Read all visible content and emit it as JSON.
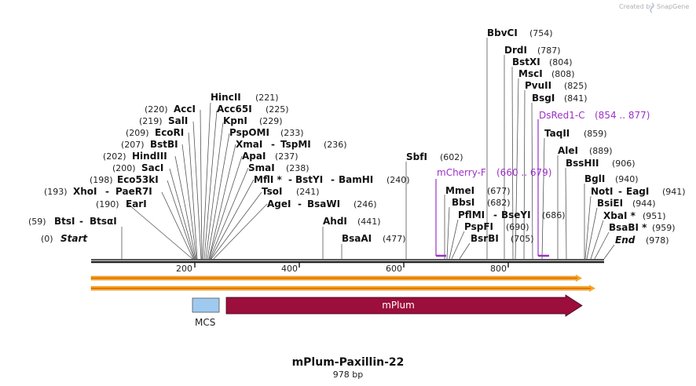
{
  "title": "mPlum-Paxillin-22",
  "length_label": "978 bp",
  "credit": {
    "prefix": "Created by",
    "brand": "SnapGene"
  },
  "colors": {
    "feature_mplum": "#9c0e3c",
    "feature_mcs": "#9fcaf0",
    "primer": "#9b30c8",
    "orf": "#f5a623"
  },
  "ticks": [
    "200",
    "400",
    "600",
    "800"
  ],
  "features": [
    {
      "name": "mPlum",
      "icon": "arrow-right"
    },
    {
      "name": "MCS",
      "icon": "box"
    }
  ],
  "enzymes": [
    {
      "name": "Start",
      "pos": "(0)",
      "italic": true
    },
    {
      "name": "BtsI",
      "name2": "BtsαI",
      "pos": "(59)"
    },
    {
      "name": "EarI",
      "pos": "(190)"
    },
    {
      "name": "XhoI",
      "name2": "PaeR7I",
      "pos": "(193)"
    },
    {
      "name": "Eco53kI",
      "pos": "(198)"
    },
    {
      "name": "SacI",
      "pos": "(200)"
    },
    {
      "name": "HindIII",
      "pos": "(202)"
    },
    {
      "name": "BstBI",
      "pos": "(207)"
    },
    {
      "name": "EcoRI",
      "pos": "(209)"
    },
    {
      "name": "SalI",
      "pos": "(219)"
    },
    {
      "name": "AccI",
      "pos": "(220)"
    },
    {
      "name": "HincII",
      "pos": "(221)"
    },
    {
      "name": "Acc65I",
      "pos": "(225)"
    },
    {
      "name": "KpnI",
      "pos": "(229)"
    },
    {
      "name": "PspOMI",
      "pos": "(233)"
    },
    {
      "name": "XmaI",
      "name2": "TspMI",
      "pos": "(236)"
    },
    {
      "name": "ApaI",
      "pos": "(237)"
    },
    {
      "name": "SmaI",
      "pos": "(238)"
    },
    {
      "name": "MflI *",
      "name2": "BstYI",
      "name3": "BamHI",
      "pos": "(240)"
    },
    {
      "name": "TsoI",
      "pos": "(241)"
    },
    {
      "name": "AgeI",
      "name2": "BsaWI",
      "pos": "(246)"
    },
    {
      "name": "AhdI",
      "pos": "(441)"
    },
    {
      "name": "BsaAI",
      "pos": "(477)"
    },
    {
      "name": "SbfI",
      "pos": "(602)"
    },
    {
      "name": "MmeI",
      "pos": "(677)"
    },
    {
      "name": "BbsI",
      "pos": "(682)"
    },
    {
      "name": "PflMI",
      "name2": "BseYI",
      "pos": "(686)"
    },
    {
      "name": "PspFI",
      "pos": "(690)"
    },
    {
      "name": "BsrBI",
      "pos": "(705)"
    },
    {
      "name": "BbvCI",
      "pos": "(754)"
    },
    {
      "name": "DrdI",
      "pos": "(787)"
    },
    {
      "name": "BstXI",
      "pos": "(804)"
    },
    {
      "name": "MscI",
      "pos": "(808)"
    },
    {
      "name": "PvuII",
      "pos": "(825)"
    },
    {
      "name": "BsgI",
      "pos": "(841)"
    },
    {
      "name": "TaqII",
      "pos": "(859)"
    },
    {
      "name": "AleI",
      "pos": "(889)"
    },
    {
      "name": "BssHII",
      "pos": "(906)"
    },
    {
      "name": "BglI",
      "pos": "(940)"
    },
    {
      "name": "NotI",
      "name2": "EagI",
      "pos": "(941)"
    },
    {
      "name": "BsiEI",
      "pos": "(944)"
    },
    {
      "name": "XbaI *",
      "pos": "(951)"
    },
    {
      "name": "BsaBI *",
      "pos": "(959)"
    },
    {
      "name": "End",
      "pos": "(978)",
      "italic": true
    }
  ],
  "primers": [
    {
      "name": "mCherry-F",
      "range": "(660 .. 679)"
    },
    {
      "name": "DsRed1-C",
      "range": "(854 .. 877)"
    }
  ]
}
